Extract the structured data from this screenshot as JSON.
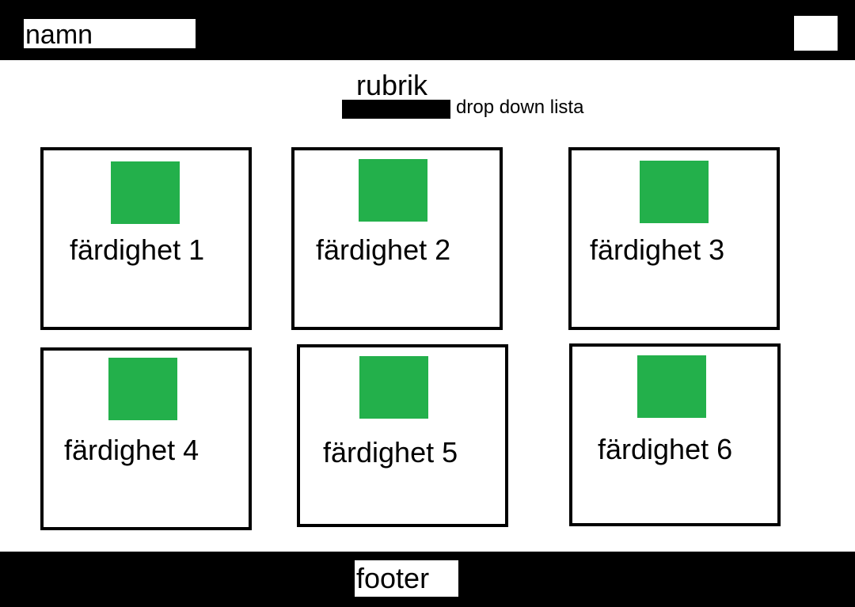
{
  "header": {
    "name": "namn"
  },
  "main": {
    "title": "rubrik",
    "dropdown_label": "drop down lista",
    "cards": [
      {
        "label": "färdighet 1"
      },
      {
        "label": "färdighet 2"
      },
      {
        "label": "färdighet 3"
      },
      {
        "label": "färdighet 4"
      },
      {
        "label": "färdighet 5"
      },
      {
        "label": "färdighet 6"
      }
    ]
  },
  "footer": {
    "text": "footer"
  },
  "colors": {
    "bar": "#000000",
    "background": "#ffffff",
    "thumbnail": "#23b04b"
  }
}
